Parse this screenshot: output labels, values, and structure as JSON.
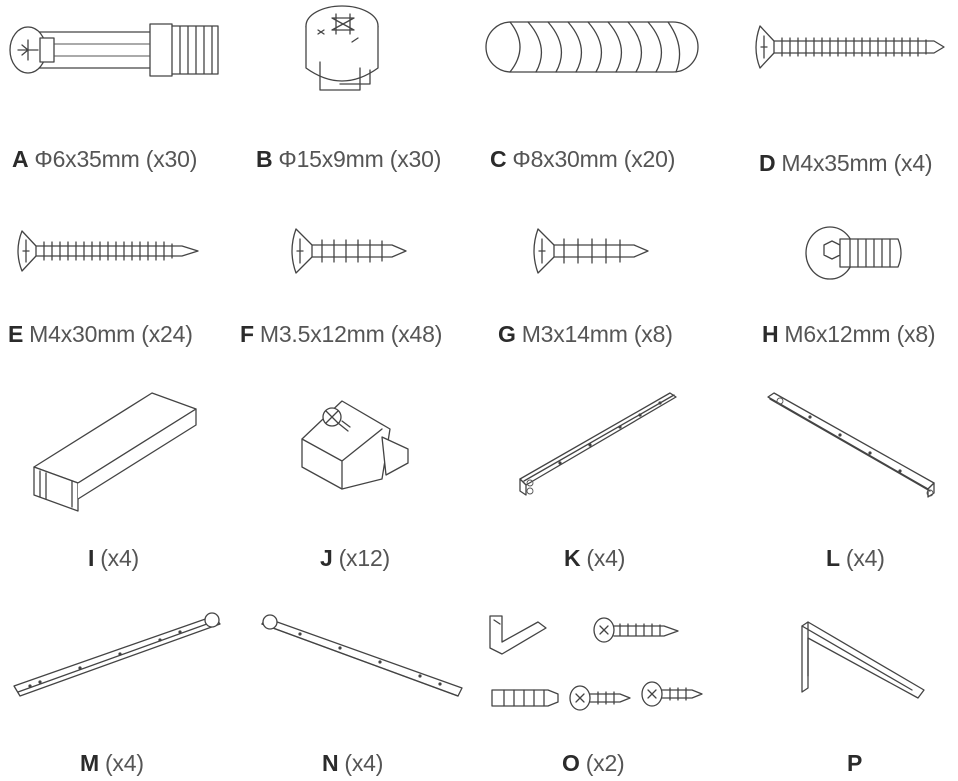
{
  "parts": [
    {
      "letter": "A",
      "spec": "Φ6x35mm (x30)",
      "icon": "cam-bolt-icon"
    },
    {
      "letter": "B",
      "spec": "Φ15x9mm (x30)",
      "icon": "cam-lock-icon"
    },
    {
      "letter": "C",
      "spec": "Φ8x30mm (x20)",
      "icon": "wood-dowel-icon"
    },
    {
      "letter": "D",
      "spec": "M4x35mm (x4)",
      "icon": "long-screw-icon"
    },
    {
      "letter": "E",
      "spec": "M4x30mm (x24)",
      "icon": "screw-icon"
    },
    {
      "letter": "F",
      "spec": "M3.5x12mm (x48)",
      "icon": "short-screw-icon"
    },
    {
      "letter": "G",
      "spec": "M3x14mm (x8)",
      "icon": "short-screw-icon"
    },
    {
      "letter": "H",
      "spec": "M6x12mm (x8)",
      "icon": "hex-bolt-icon"
    },
    {
      "letter": "I",
      "spec": "(x4)",
      "icon": "handle-profile-icon"
    },
    {
      "letter": "J",
      "spec": "(x12)",
      "icon": "corner-block-icon"
    },
    {
      "letter": "K",
      "spec": "(x4)",
      "icon": "drawer-rail-icon"
    },
    {
      "letter": "L",
      "spec": "(x4)",
      "icon": "drawer-rail-icon"
    },
    {
      "letter": "M",
      "spec": "(x4)",
      "icon": "drawer-rail-icon"
    },
    {
      "letter": "N",
      "spec": "(x4)",
      "icon": "drawer-rail-icon"
    },
    {
      "letter": "O",
      "spec": "(x2)",
      "icon": "anti-tip-kit-icon"
    },
    {
      "letter": "P",
      "spec": "",
      "icon": "hex-key-icon"
    }
  ]
}
